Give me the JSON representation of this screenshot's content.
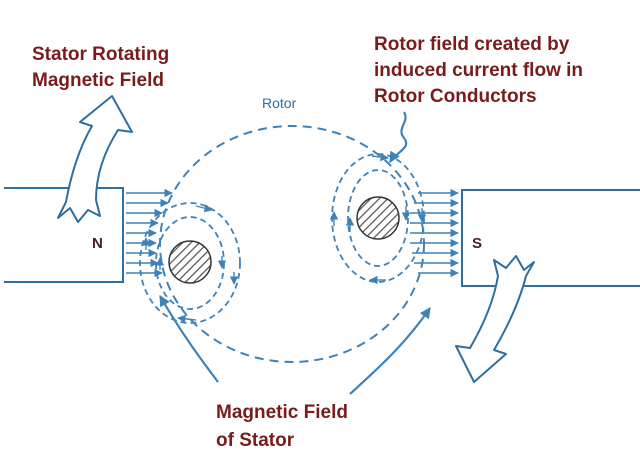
{
  "labels": {
    "stator_rotating_field": [
      "Stator Rotating",
      "Magnetic Field"
    ],
    "rotor_field": [
      "Rotor field created by",
      "induced current flow in",
      "Rotor Conductors"
    ],
    "rotor": "Rotor",
    "magnetic_field_of_stator": [
      "Magnetic Field",
      "of Stator"
    ],
    "north_pole": "N",
    "south_pole": "S"
  },
  "colors": {
    "label_text": "#7a1c1c",
    "line_blue": "#3f82b8",
    "pole_outline": "#2f6fa0"
  },
  "icons": [
    "hatched-conductor-icon",
    "curved-arrow-icon"
  ]
}
